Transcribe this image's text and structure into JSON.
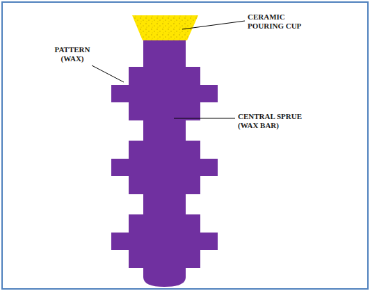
{
  "diagram": {
    "labels": [
      "PATTERN (WAX)",
      "CERAMIC POURING CUP",
      "CENTRAL SPRUE (WAX BAR)"
    ]
  }
}
